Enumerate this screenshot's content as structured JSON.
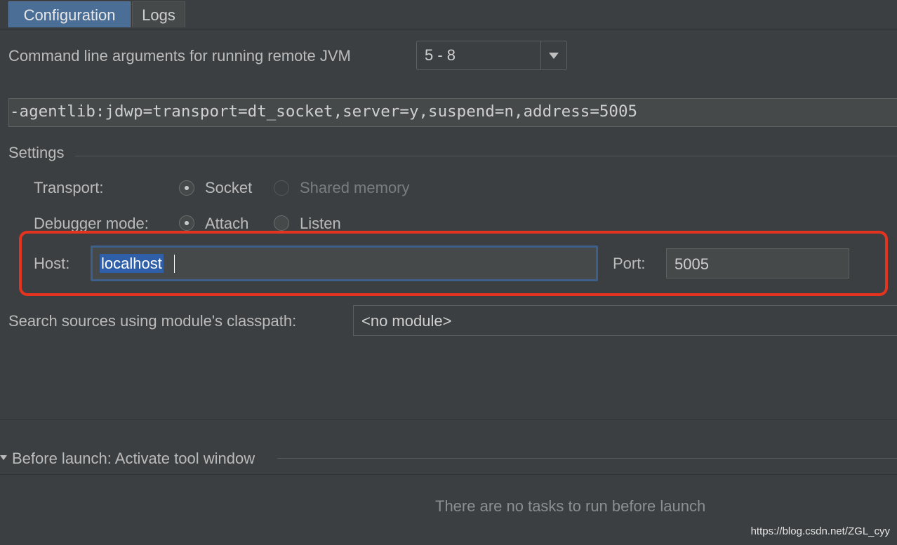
{
  "tabs": [
    {
      "label": "Configuration",
      "active": true
    },
    {
      "label": "Logs",
      "active": false
    }
  ],
  "jvm": {
    "label": "Command line arguments for running remote JVM",
    "selected": "5 - 8"
  },
  "command_line": "-agentlib:jdwp=transport=dt_socket,server=y,suspend=n,address=5005",
  "settings": {
    "title": "Settings",
    "transport_label": "Transport:",
    "transport_options": [
      "Socket",
      "Shared memory"
    ],
    "debugger_mode_label": "Debugger mode:",
    "debugger_mode_options": [
      "Attach",
      "Listen"
    ],
    "host_label": "Host:",
    "host_value": "localhost",
    "port_label": "Port:",
    "port_value": "5005"
  },
  "module": {
    "label": "Search sources using module's classpath:",
    "selected": "<no module>"
  },
  "before_launch": {
    "title": "Before launch: Activate tool window",
    "empty_text": "There are no tasks to run before launch"
  },
  "watermark": "https://blog.csdn.net/ZGL_cyy",
  "colors": {
    "background": "#3c3f41",
    "active_tab": "#4b6e96",
    "selection": "#2f5fa8",
    "highlight_frame": "#e4331f"
  }
}
